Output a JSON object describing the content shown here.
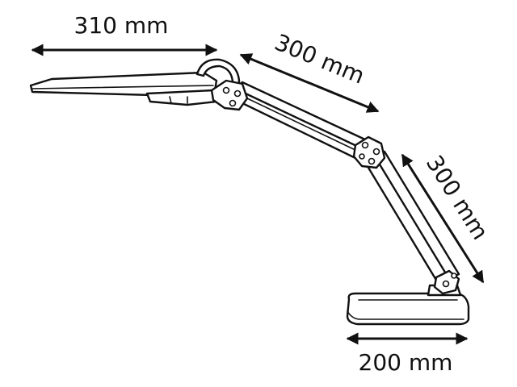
{
  "dimensions": {
    "shade_width": {
      "label": "310 mm"
    },
    "upper_arm_length": {
      "label": "300 mm"
    },
    "lower_arm_length": {
      "label": "300 mm"
    },
    "base_width": {
      "label": "200 mm"
    }
  },
  "colors": {
    "line": "#111111",
    "background": "#ffffff"
  }
}
